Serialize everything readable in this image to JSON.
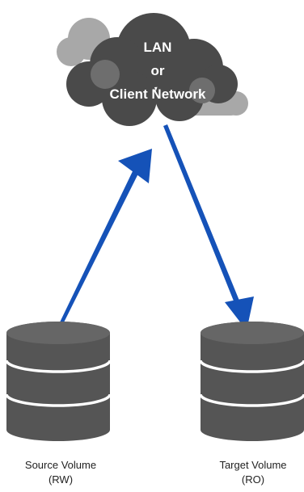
{
  "cloud": {
    "line1": "LAN",
    "line2": "or",
    "line3": "Client Network"
  },
  "source_volume": {
    "name": "Source Volume",
    "mode": "(RW)"
  },
  "target_volume": {
    "name": "Target Volume",
    "mode": "(RO)"
  },
  "colors": {
    "cloud_dark": "#4a4a4a",
    "cloud_mid": "#6e6e6e",
    "cloud_light": "#a8a8a8",
    "cylinder": "#555555",
    "arrow": "#1552b8"
  }
}
